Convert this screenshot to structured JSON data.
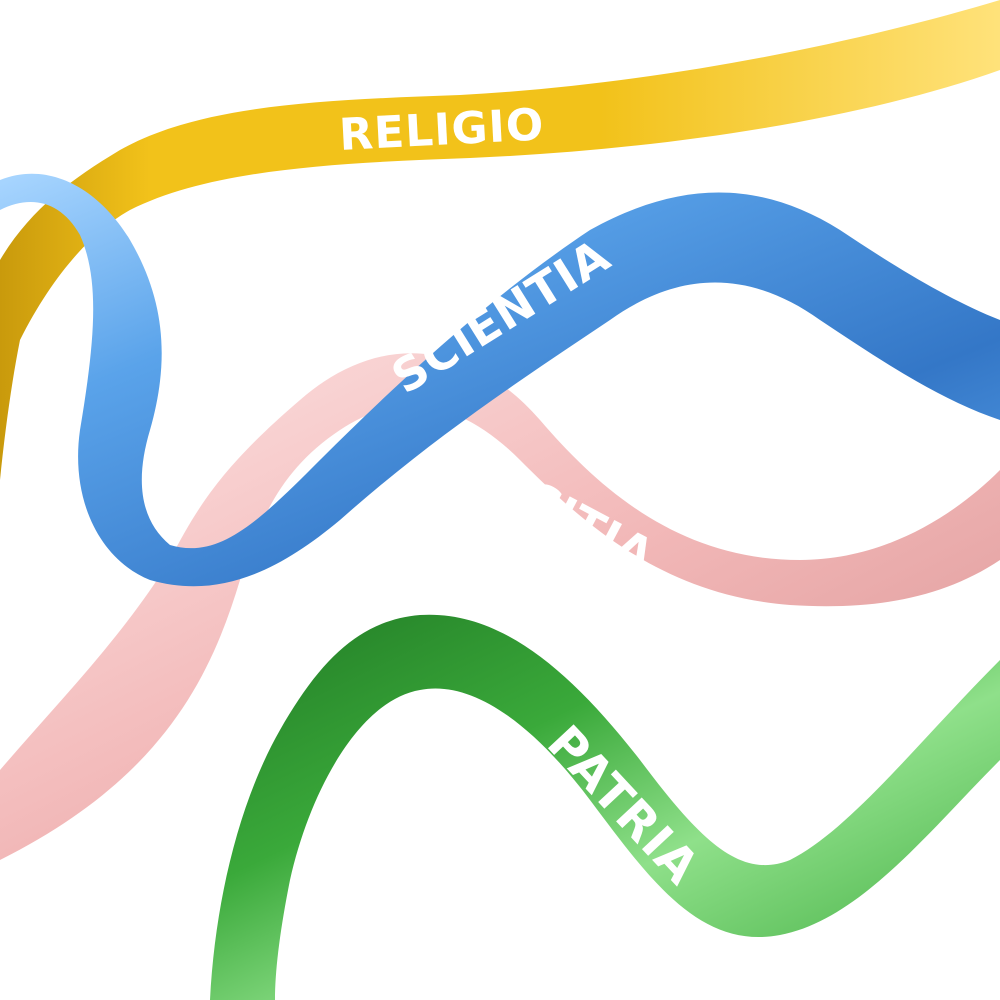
{
  "scene": {
    "background_color": "#ffffff",
    "ribbons": [
      {
        "id": "religio",
        "label": "RELIGIO",
        "color": "#f2c21a",
        "shadow": "#c99a0c",
        "highlight": "#ffe27a"
      },
      {
        "id": "scientia",
        "label": "SCIENTIA",
        "color": "#5aa3ea",
        "shadow": "#3477c7",
        "highlight": "#a9d6ff"
      },
      {
        "id": "amicitia",
        "label": "AMICITIA",
        "color": "#f2b8b8",
        "shadow": "#d99292",
        "highlight": "#fde3e3"
      },
      {
        "id": "patria",
        "label": "PATRIA",
        "color": "#3aa93a",
        "shadow": "#217a25",
        "highlight": "#8fe08a"
      }
    ]
  }
}
